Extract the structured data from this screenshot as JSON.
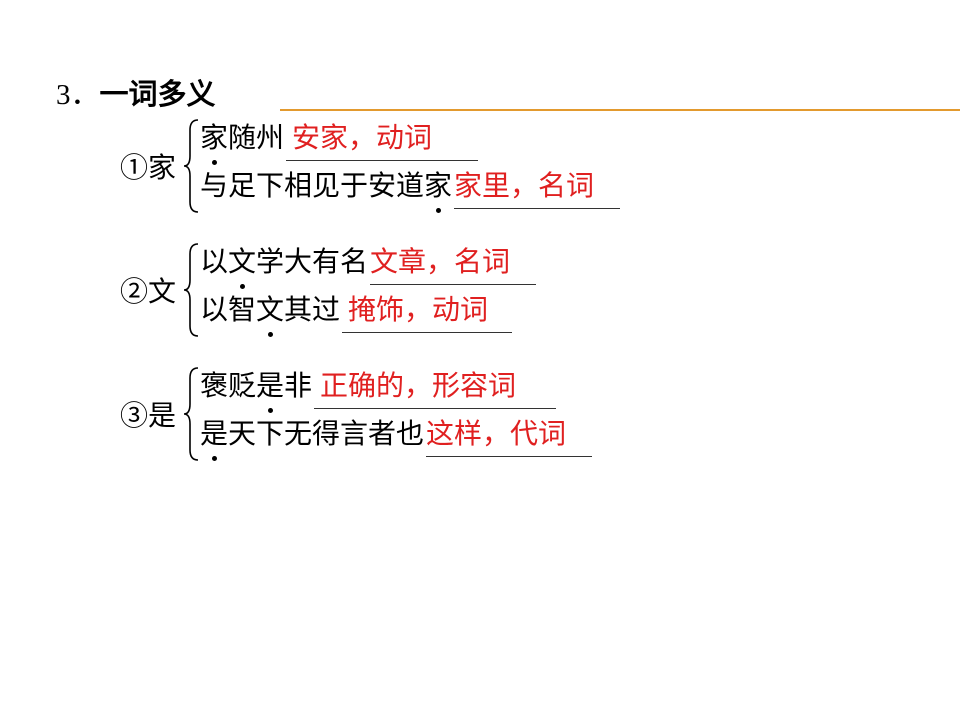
{
  "title": {
    "number": "3．",
    "text": "一词多义"
  },
  "colors": {
    "rule": "#e39a2e",
    "answer": "#e02020"
  },
  "groups": [
    {
      "label": "①家",
      "lines": [
        {
          "before": "",
          "word": "家",
          "after": "随州",
          "answer": "安家，动词"
        },
        {
          "before": "与足下相见于安道",
          "word": "家",
          "after": "",
          "answer": "家里，名词"
        }
      ]
    },
    {
      "label": "②文",
      "lines": [
        {
          "before": "以",
          "word": "文",
          "after": "学大有名",
          "answer": "文章，名词"
        },
        {
          "before": "以智",
          "word": "文",
          "after": "其过",
          "answer": "掩饰，动词"
        }
      ]
    },
    {
      "label": "③是",
      "lines": [
        {
          "before": "褒贬",
          "word": "是",
          "after": "非",
          "answer": "正确的，形容词"
        },
        {
          "before": "",
          "word": "是",
          "after": "天下无得言者也",
          "answer": "这样，代词"
        }
      ]
    }
  ]
}
